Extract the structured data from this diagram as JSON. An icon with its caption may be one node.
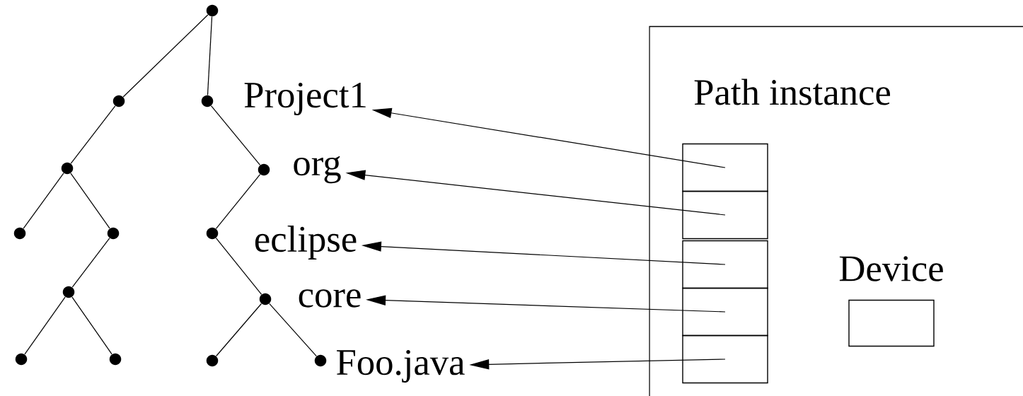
{
  "diagram": {
    "nodes": [
      {
        "text": [],
        "shape": "circle"
      },
      {
        "text": [],
        "shape": "circle"
      },
      {
        "text": [],
        "shape": "circle"
      },
      {
        "text": [],
        "shape": "circle"
      },
      {
        "text": [],
        "shape": "circle"
      },
      {
        "text": [],
        "shape": "circle"
      },
      {
        "text": [],
        "shape": "circle"
      },
      {
        "text": [],
        "shape": "circle"
      },
      {
        "text": [],
        "shape": "circle"
      },
      {
        "text": [],
        "shape": "circle"
      },
      {
        "text": [],
        "shape": "circle"
      },
      {
        "text": [],
        "shape": "circle"
      },
      {
        "text": [],
        "shape": "circle"
      },
      {
        "text": [],
        "shape": "circle"
      },
      {
        "text": [
          "Project1"
        ]
      },
      {
        "text": [
          "org"
        ]
      },
      {
        "text": [
          "eclipse"
        ]
      },
      {
        "text": [
          "core"
        ]
      },
      {
        "text": [
          "Foo.java"
        ]
      },
      {
        "text": [
          "Path instance"
        ]
      },
      {
        "text": [],
        "shape": "box",
        "in": 19
      },
      {
        "text": [],
        "shape": "box",
        "in": 19
      },
      {
        "text": [],
        "shape": "box",
        "in": 19
      },
      {
        "text": [],
        "shape": "box",
        "in": 19
      },
      {
        "text": [],
        "shape": "box",
        "in": 19
      },
      {
        "text": [
          "Device"
        ],
        "in": 19
      }
    ],
    "edges": [
      {
        "from": 0,
        "to": 1,
        "arrow": "none"
      },
      {
        "from": 0,
        "to": 2,
        "arrow": "none"
      },
      {
        "from": 1,
        "to": 3,
        "arrow": "none"
      },
      {
        "from": 3,
        "to": 5,
        "arrow": "none"
      },
      {
        "from": 3,
        "to": 6,
        "arrow": "none"
      },
      {
        "from": 6,
        "to": 8,
        "arrow": "none"
      },
      {
        "from": 8,
        "to": 10,
        "arrow": "none"
      },
      {
        "from": 8,
        "to": 11,
        "arrow": "none"
      },
      {
        "from": 2,
        "to": 4,
        "arrow": "none"
      },
      {
        "from": 4,
        "to": 7,
        "arrow": "none"
      },
      {
        "from": 7,
        "to": 9,
        "arrow": "none"
      },
      {
        "from": 9,
        "to": 12,
        "arrow": "none"
      },
      {
        "from": 9,
        "to": 13,
        "arrow": "none"
      },
      {
        "from": 20,
        "to": 14,
        "arrow": "to"
      },
      {
        "from": 21,
        "to": 15,
        "arrow": "to"
      },
      {
        "from": 22,
        "to": 16,
        "arrow": "to"
      },
      {
        "from": 23,
        "to": 17,
        "arrow": "to"
      },
      {
        "from": 24,
        "to": 18,
        "arrow": "to"
      }
    ]
  }
}
